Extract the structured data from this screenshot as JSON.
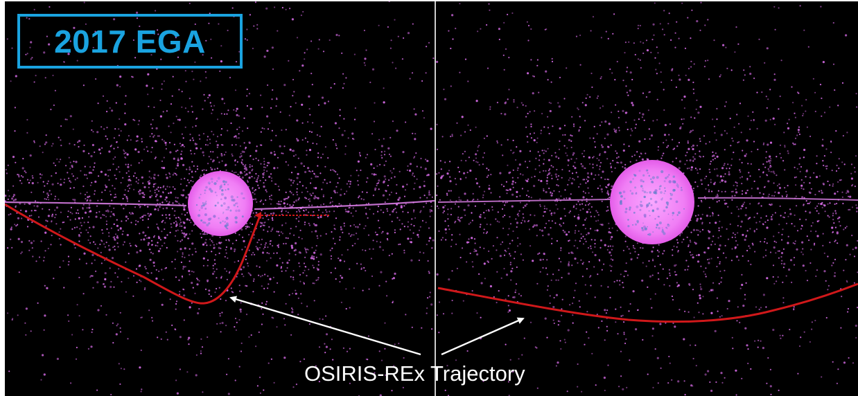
{
  "title": {
    "text": "2017 EGA",
    "color": "#1aa3e0"
  },
  "annotation": {
    "text": "OSIRIS-REx Trajectory",
    "arrow_color": "#ffffff"
  },
  "colors": {
    "background": "#000000",
    "debris_particles": "#d66be6",
    "earth_glow": "#f07ef5",
    "trajectory": "#d0181a",
    "divider": "#cfcfcf"
  },
  "panels": [
    {
      "name": "left-view",
      "trajectory_label_tiny": ""
    },
    {
      "name": "right-view"
    }
  ]
}
